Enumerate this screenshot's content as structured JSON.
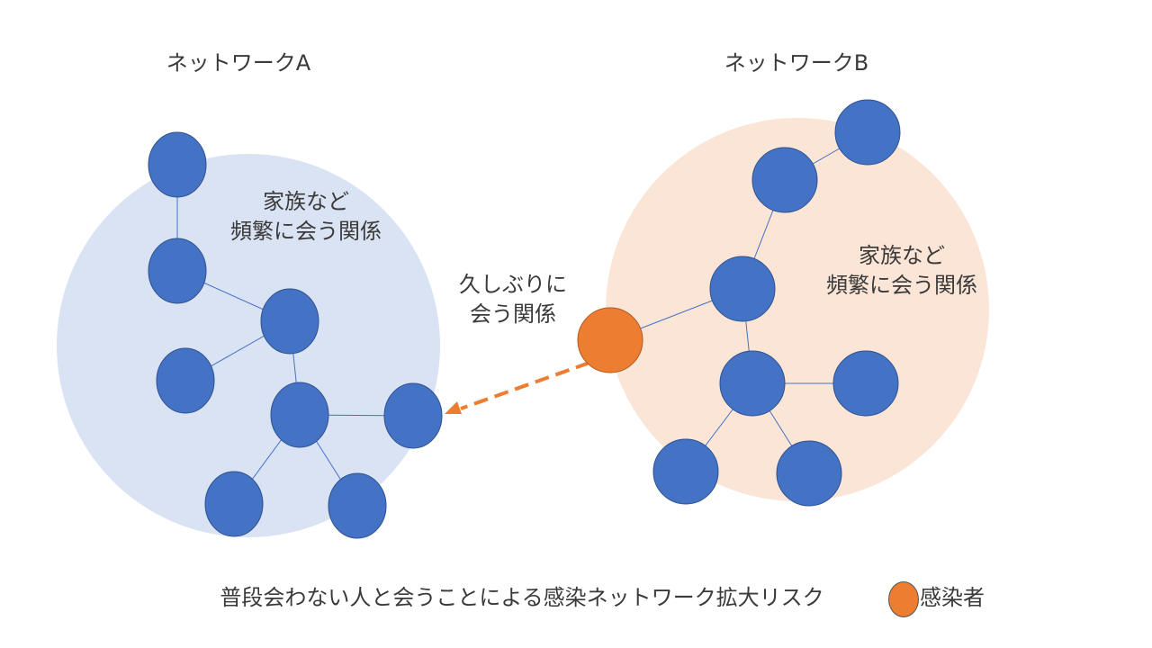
{
  "networks": {
    "a": {
      "title": "ネットワークA",
      "label_line1": "家族など",
      "label_line2": "頻繁に会う関係"
    },
    "b": {
      "title": "ネットワークB",
      "label_line1": "家族など",
      "label_line2": "頻繁に会う関係"
    }
  },
  "bridge": {
    "label_line1": "久しぶりに",
    "label_line2": "会う関係"
  },
  "caption": "普段会わない人と会うことによる感染ネットワーク拡大リスク",
  "legend": {
    "label": "感染者"
  },
  "colors": {
    "node": "#4472C4",
    "infected": "#ED7D31",
    "region_a": "#DAE3F3",
    "region_b": "#FBE5D6",
    "edge": "#4472C4",
    "arrow": "#ED7D31"
  }
}
